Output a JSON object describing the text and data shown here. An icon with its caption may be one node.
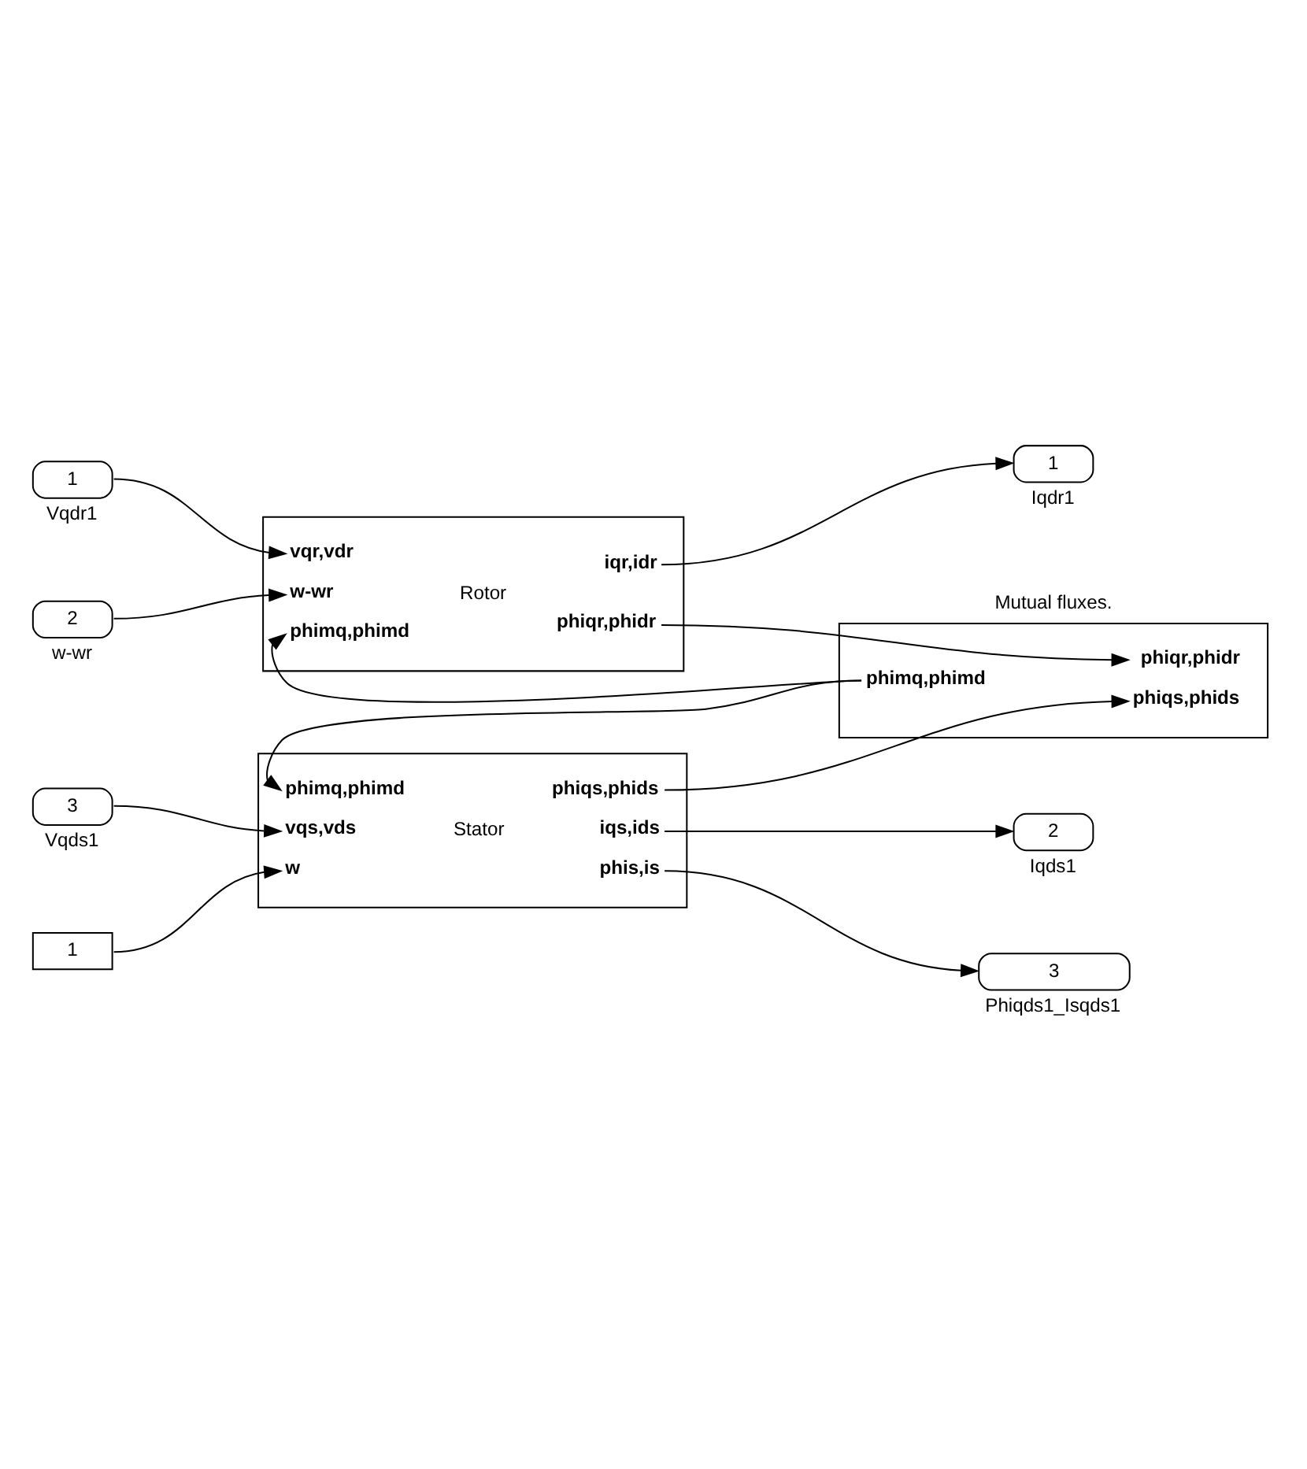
{
  "diagram": {
    "nodes": [
      {
        "text": [
          "1"
        ],
        "beside": [
          "Vqdr1"
        ]
      },
      {
        "text": [
          "2"
        ],
        "beside": [
          "w-wr"
        ]
      },
      {
        "text": [
          "vqr,vdr",
          "iqr,idr",
          "w-wr",
          "Rotor",
          "phimq,phimd",
          "phiqr,phidr"
        ]
      },
      {
        "text": [
          "1"
        ],
        "beside": [
          "Iqdr1"
        ]
      },
      {
        "text": [
          "Mutual fluxes.",
          "phiqr,phidr",
          "phimq,phimd",
          "phiqs,phids"
        ]
      },
      {
        "text": [
          "phimq,phimd",
          "phiqs,phids",
          "vqs,vds",
          "Stator",
          "iqs,ids",
          "w",
          "phis,is"
        ]
      },
      {
        "text": [
          "3"
        ],
        "beside": [
          "Vqds1"
        ]
      },
      {
        "text": [
          "1"
        ]
      },
      {
        "text": [
          "2"
        ],
        "beside": [
          "Iqds1"
        ]
      },
      {
        "text": [
          "3"
        ],
        "beside": [
          "Phiqds1_Isqds1"
        ]
      }
    ],
    "edges": [
      {
        "from": 0,
        "to": 2,
        "arrow": "to"
      },
      {
        "from": 1,
        "to": 2,
        "arrow": "to"
      },
      {
        "from": 2,
        "to": 3,
        "arrow": "to"
      },
      {
        "from": 2,
        "to": 4,
        "arrow": "to"
      },
      {
        "from": 4,
        "to": 2,
        "arrow": "to"
      },
      {
        "from": 4,
        "to": 5,
        "arrow": "to"
      },
      {
        "from": 5,
        "to": 4,
        "arrow": "to"
      },
      {
        "from": 6,
        "to": 5,
        "arrow": "to"
      },
      {
        "from": 7,
        "to": 5,
        "arrow": "to"
      },
      {
        "from": 5,
        "to": 8,
        "arrow": "to"
      },
      {
        "from": 5,
        "to": 9,
        "arrow": "to"
      }
    ]
  }
}
